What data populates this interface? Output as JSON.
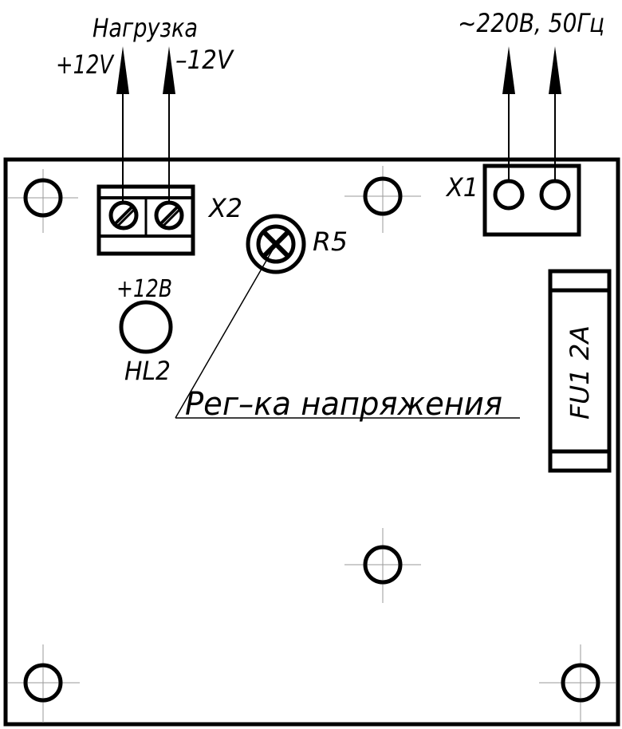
{
  "labels": {
    "load": "Нагрузка",
    "plus12v": "+12V",
    "minus12v": "–12V",
    "mains": "~220В, 50Гц",
    "x1": "X1",
    "x2": "X2",
    "r5": "R5",
    "plus12b": "+12В",
    "hl2": "HL2",
    "regulator": "Рег–ка напряжения",
    "fuse": "FU1  2А"
  },
  "colors": {
    "ink": "#000000",
    "centerline": "#9a9a9a",
    "paper": "#ffffff"
  }
}
